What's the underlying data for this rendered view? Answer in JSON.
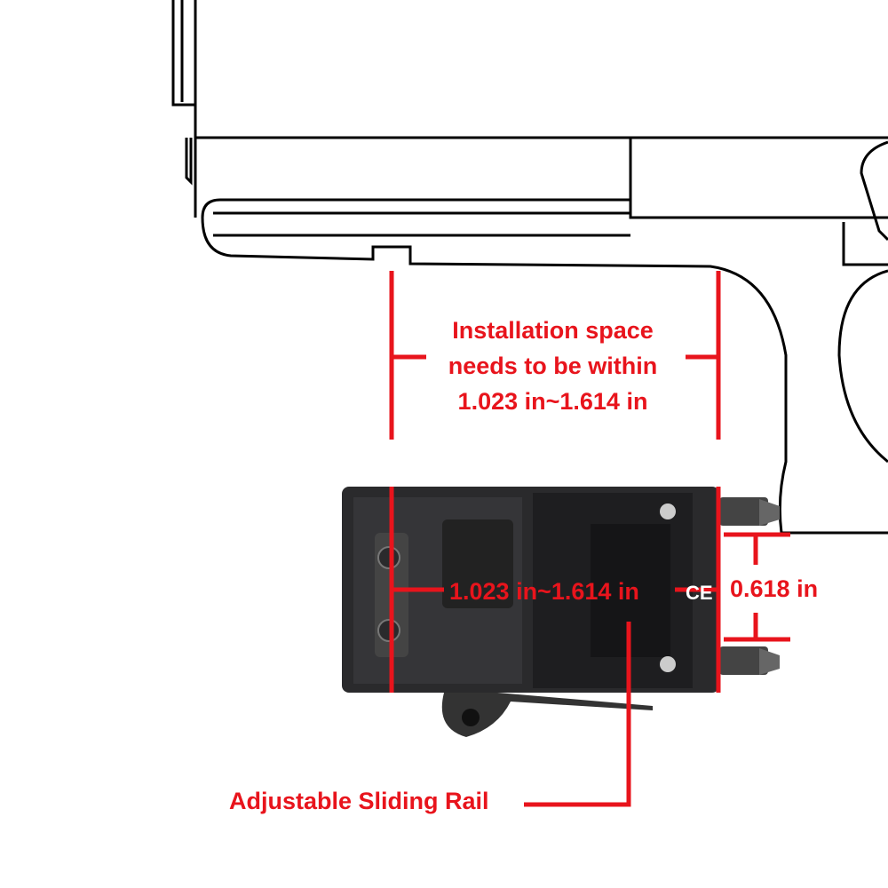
{
  "labels": {
    "install_line1": "Installation space",
    "install_line2": "needs to be within",
    "install_line3": "1.023 in~1.614 in",
    "device_range": "1.023 in~1.614 in",
    "rail_height": "0.618 in",
    "sliding_rail": "Adjustable Sliding Rail",
    "ce_mark": "CE"
  },
  "colors": {
    "accent": "#e8141c",
    "outline": "#000000",
    "device": "#2a2a2c"
  }
}
